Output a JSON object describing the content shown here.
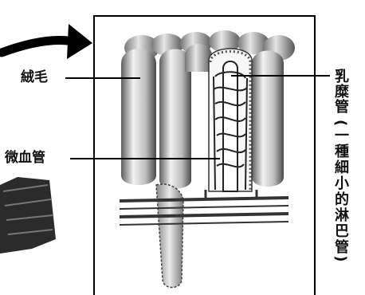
{
  "labels": {
    "villi": "絨毛",
    "capillary": "微血管",
    "lacteal": "乳糜管",
    "lacteal_note": "(一種細小的淋巴管)"
  },
  "colors": {
    "ink": "#111111",
    "villus_light": "#eeeeee",
    "villus_dark": "#6a6a6a",
    "background": "#ffffff"
  }
}
